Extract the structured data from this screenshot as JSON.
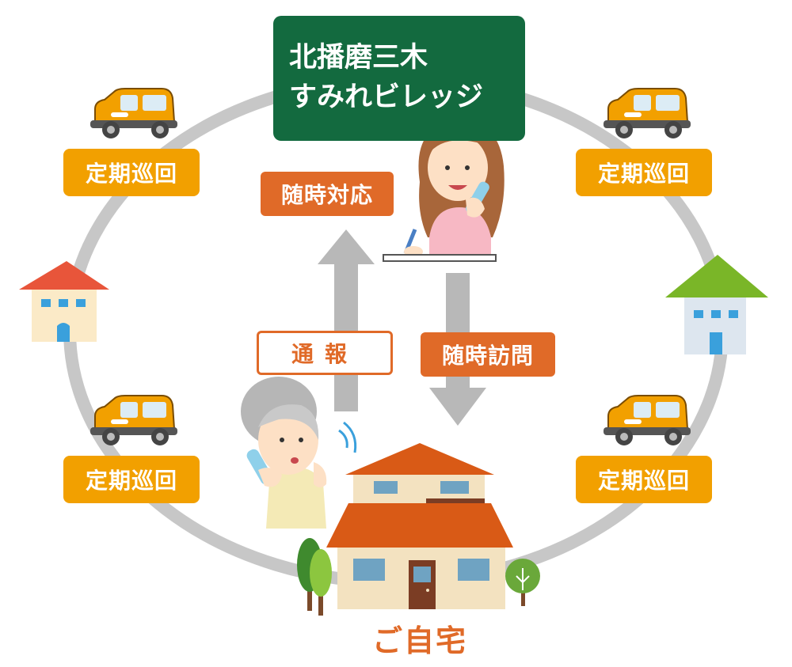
{
  "facility": {
    "line1": "北播磨三木",
    "line2": "すみれビレッジ"
  },
  "patrol_labels": [
    "定期巡回",
    "定期巡回",
    "定期巡回",
    "定期巡回"
  ],
  "actions": {
    "respond": "随時対応",
    "report": "通報",
    "visit": "随時訪問"
  },
  "home_label": "ご自宅",
  "colors": {
    "facility_green": "#136a3f",
    "patrol_orange": "#f2a000",
    "action_orange": "#e06a28",
    "circle_gray": "#c7c7c7",
    "arrow_gray": "#b8b8b8"
  }
}
